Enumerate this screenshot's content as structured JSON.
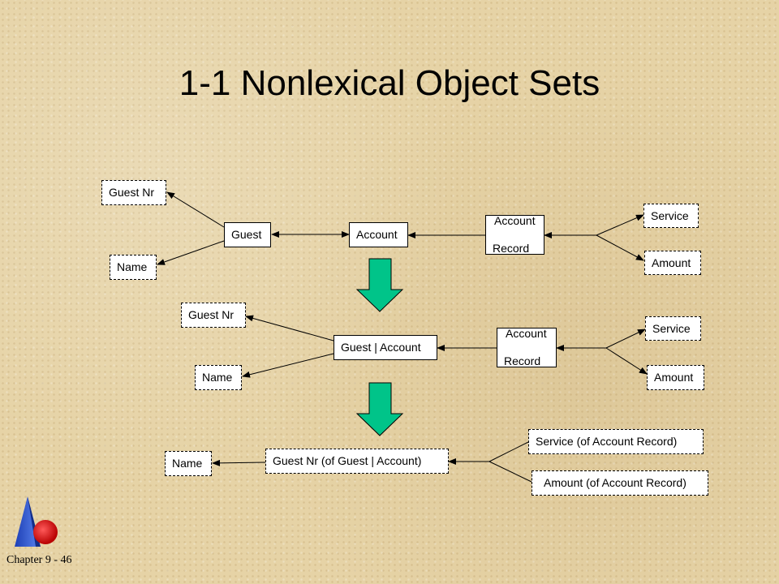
{
  "slide": {
    "title": "1-1 Nonlexical Object Sets",
    "footer": "Chapter 9 - 46"
  },
  "diagram1": {
    "guest_nr": "Guest Nr",
    "name": "Name",
    "guest": "Guest",
    "account": "Account",
    "account_record_line1": "Account",
    "account_record_line2": "Record",
    "service": "Service",
    "amount": "Amount"
  },
  "diagram2": {
    "guest_nr": "Guest Nr",
    "name": "Name",
    "guest_account": "Guest | Account",
    "account_record_line1": "Account",
    "account_record_line2": "Record",
    "service": "Service",
    "amount": "Amount"
  },
  "diagram3": {
    "name": "Name",
    "guest_nr_of": "Guest Nr (of Guest | Account)",
    "service_of": "Service (of Account Record)",
    "amount_of": "Amount (of Account Record)"
  },
  "colors": {
    "arrow_fill": "#00c489",
    "background": "#e6d3a6"
  }
}
